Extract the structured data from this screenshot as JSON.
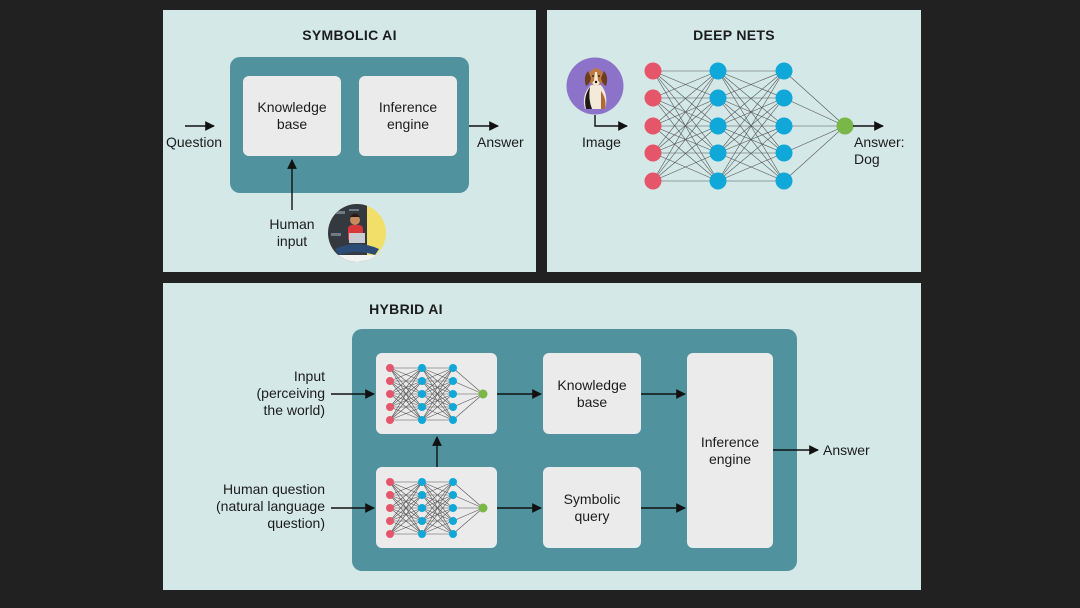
{
  "symbolic": {
    "title": "SYMBOLIC AI",
    "knowledge_base": "Knowledge\nbase",
    "inference_engine": "Inference\nengine",
    "question": "Question",
    "answer": "Answer",
    "human_input": "Human\ninput"
  },
  "deep": {
    "title": "DEEP NETS",
    "image": "Image",
    "answer": "Answer:\nDog"
  },
  "hybrid": {
    "title": "HYBRID AI",
    "input": "Input\n(perceiving\nthe world)",
    "human_question": "Human question\n(natural language\nquestion)",
    "knowledge_base": "Knowledge\nbase",
    "symbolic_query": "Symbolic\nquery",
    "inference_engine": "Inference\nengine",
    "answer": "Answer"
  },
  "colors": {
    "background": "#212121",
    "panel": "#d3e8e7",
    "teal": "#50939e",
    "box": "#ebebeb",
    "input_node": "#e5566a",
    "hidden_node": "#0fa8d8",
    "output_node": "#7ab648"
  }
}
